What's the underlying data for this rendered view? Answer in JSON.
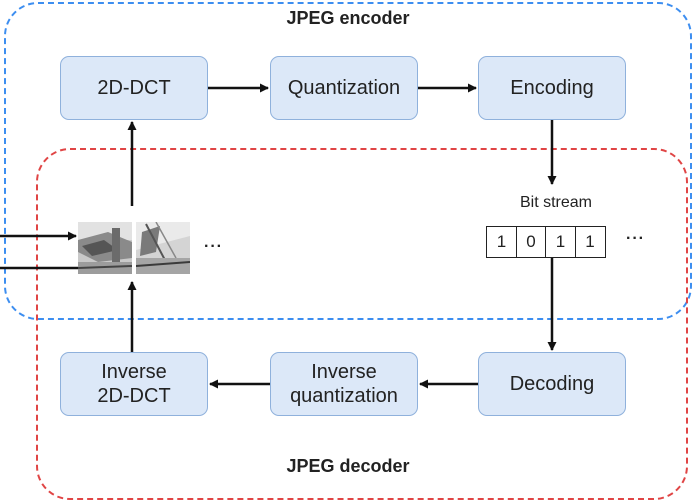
{
  "encoder": {
    "title": "JPEG encoder",
    "steps": [
      "2D-DCT",
      "Quantization",
      "Encoding"
    ]
  },
  "decoder": {
    "title": "JPEG decoder",
    "steps": [
      "Decoding",
      "Inverse\nquantization",
      "Inverse\n2D-DCT"
    ]
  },
  "bitstream": {
    "label": "Bit stream",
    "bits": [
      "1",
      "0",
      "1",
      "1"
    ],
    "continuation": "···"
  },
  "image_blocks": {
    "count_shown": 2,
    "continuation": "···"
  },
  "colors": {
    "encoder_border": "#3d8ef0",
    "decoder_border": "#e04545",
    "box_fill": "#dce8f8",
    "box_border": "#8fb1dc"
  }
}
